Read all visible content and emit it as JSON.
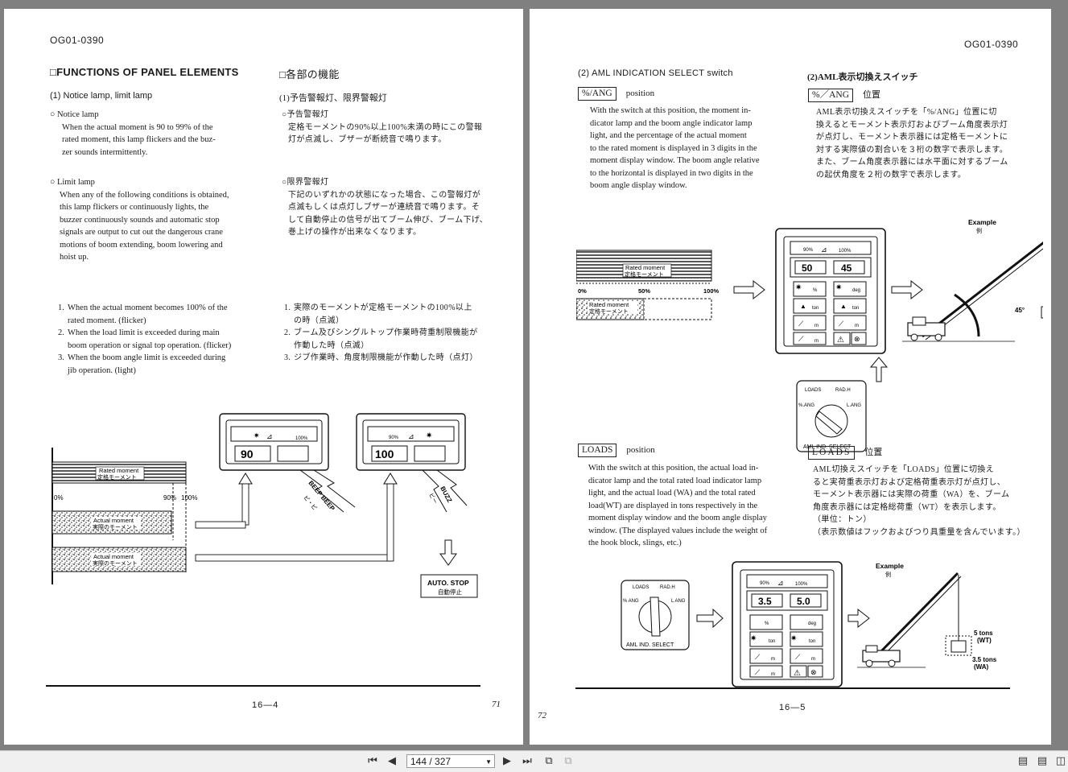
{
  "left_page": {
    "doc_id": "OG01-0390",
    "heading_en": "□FUNCTIONS OF PANEL ELEMENTS",
    "heading_jp": "□各部の機能",
    "sub_en": "(1) Notice lamp, limit lamp",
    "sub_jp": "(1)予告警報灯、限界警報灯",
    "notice_title_en": "○ Notice lamp",
    "notice_lines_en": [
      "When the actual moment is 90 to 99% of the",
      "rated moment, this lamp flickers and the buz-",
      "zer sounds intermittently."
    ],
    "notice_title_jp": "○予告警報灯",
    "notice_lines_jp": [
      "定格モーメントの90%以上100%未満の時にこの警報",
      "灯が点滅し、ブザーが断続音で鳴ります。"
    ],
    "limit_title_en": "○ Limit lamp",
    "limit_lines_en": [
      "When any of the following conditions is obtained,",
      "this lamp flickers or continuously lights, the",
      "buzzer continuously sounds and automatic stop",
      "signals are output to cut out the dangerous crane",
      "motions of boom extending, boom lowering and",
      "hoist up."
    ],
    "limit_title_jp": "○限界警報灯",
    "limit_lines_jp": [
      "下記のいずれかの状態になった場合、この警報灯が",
      "点滅もしくは点灯しブザーが連続音で鳴ります。そ",
      "して自動停止の信号が出てブーム伸び、ブーム下げ、",
      "巻上げの操作が出来なくなります。"
    ],
    "conditions_en": [
      {
        "num": "1.",
        "lines": [
          "When the actual moment becomes 100% of the",
          "rated moment. (flicker)"
        ]
      },
      {
        "num": "2.",
        "lines": [
          "When the load limit is exceeded during main",
          "boom operation or signal top operation. (flicker)"
        ]
      },
      {
        "num": "3.",
        "lines": [
          "When the boom angle limit is exceeded during",
          "jib operation. (light)"
        ]
      }
    ],
    "conditions_jp": [
      {
        "num": "1.",
        "lines": [
          "実際のモーメントが定格モーメントの100%以上",
          "の時（点滅）"
        ]
      },
      {
        "num": "2.",
        "lines": [
          "ブーム及びシングルトップ作業時荷重制限機能が",
          "作動した時（点滅）"
        ]
      },
      {
        "num": "3.",
        "lines": [
          "ジブ作業時、角度制限機能が作動した時（点灯）"
        ]
      }
    ],
    "figure": {
      "rated_moment_en": "Rated moment",
      "rated_moment_jp": "定格モーメント",
      "actual_moment_en": "Actual moment",
      "actual_moment_jp": "実際のモーメント",
      "pct_0": "0%",
      "pct_90": "90%",
      "pct_100": "100%",
      "display_1": "90",
      "display_2": "100",
      "beep": "BEEP BEEP",
      "beep_jp": "ピ・ピ",
      "buzz": "BUZZ",
      "buzz_jp": "ビー",
      "auto_stop_en": "AUTO. STOP",
      "auto_stop_jp": "自動停止"
    },
    "page_number": "16—4",
    "margin_note": "71"
  },
  "right_page": {
    "doc_id": "OG01-0390",
    "sub_en": "(2) AML INDICATION SELECT switch",
    "sub_jp": "(2)AML表示切換えスイッチ",
    "ang_box": "%/ANG",
    "ang_box_jp": "%／ANG",
    "position_en": "position",
    "position_jp": "位置",
    "ang_lines_en": [
      "With the switch at this position, the moment in-",
      "dicator lamp and the boom angle indicator lamp",
      "light, and the percentage of the actual moment",
      "to the rated moment is displayed in 3 digits in the",
      "moment display window. The boom angle relative",
      "to the horizontal is displayed in two digits in the",
      "boom angle display window."
    ],
    "ang_lines_jp": [
      "AML表示切換えスイッチを「%/ANG」位置に切",
      "換えるとモーメント表示灯およびブーム角度表示灯",
      "が点灯し、モーメント表示器には定格モーメントに",
      "対する実際値の割合いを３桁の数字で表示します。",
      "また、ブーム角度表示器には水平面に対するブーム",
      "の起伏角度を２桁の数字で表示します。"
    ],
    "loads_box": "LOADS",
    "loads_box_jp": "LOADS",
    "loads_lines_en": [
      "With the switch at this position, the actual load in-",
      "dicator lamp and the total rated load indicator lamp",
      "light, and the actual load (WA) and the total rated",
      "load(WT) are displayed in tons respectively in the",
      "moment display window and the boom angle display",
      "window. (The displayed values include the weight of",
      "the hook block, slings, etc.)"
    ],
    "loads_lines_jp": [
      "AML切換えスイッチを「LOADS」位置に切換え",
      "ると実荷重表示灯および定格荷重表示灯が点灯し、",
      "モーメント表示器には実際の荷重（WA）を、ブーム",
      "角度表示器には定格総荷重（WT）を表示します。",
      "（単位：トン）",
      "（表示数値はフックおよびつり具重量を含んでいます。）"
    ],
    "fig1": {
      "example": "Example",
      "example_jp": "例",
      "rated_moment_en": "Rated moment",
      "rated_moment_jp": "定格モーメント",
      "actual_moment_en": "Rated moment",
      "actual_moment_jp": "定格モーメント",
      "pct_0": "0%",
      "pct_50": "50%",
      "pct_100": "100%",
      "display_left": "50",
      "display_right": "45",
      "angle": "45°",
      "unit_pct": "%",
      "unit_deg": "deg",
      "unit_ton": "ton",
      "unit_m": "m",
      "switch_loads": "LOADS",
      "switch_radh": "RAD.H",
      "switch_ang": "%.ANG",
      "switch_lang": "L.ANG",
      "switch_label": "AML IND. SELECT"
    },
    "fig2": {
      "example": "Example",
      "example_jp": "例",
      "display_left": "3.5",
      "display_right": "5.0",
      "wt_label": "5 tons",
      "wt_sub": "(WT)",
      "wa_label": "3.5 tons",
      "wa_sub": "(WA)",
      "switch_loads": "LOADS",
      "switch_radh": "RAD.H",
      "switch_ang": "% ANG",
      "switch_lang": "L ANG",
      "switch_label": "AML IND. SELECT"
    },
    "page_number": "16—5",
    "margin_note": "72"
  },
  "toolbar": {
    "page_indicator": "144 / 327",
    "first_icon": "first-page-icon",
    "prev_icon": "previous-page-icon",
    "next_icon": "next-page-icon",
    "last_icon": "last-page-icon"
  }
}
